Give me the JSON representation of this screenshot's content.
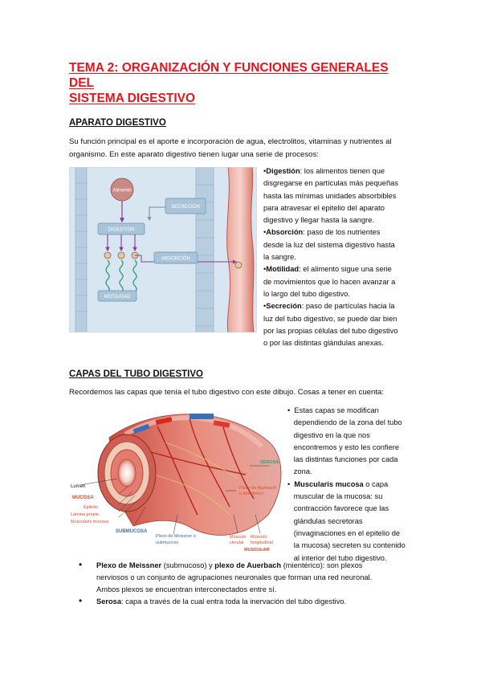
{
  "title_lines": [
    "TEMA 2: ORGANIZACIÓN Y FUNCIONES GENERALES DEL",
    "SISTEMA DIGESTIVO"
  ],
  "section1": {
    "heading": "APARATO DIGESTIVO",
    "intro_lines": [
      "Su función principal es el aporte e incorporación de agua, electrolitos, vitaminas y nutrientes al",
      "organismo. En este aparato digestivo tienen lugar una serie de procesos:"
    ],
    "figure": {
      "alimento": "Alimento",
      "secrecion": "SECRECIÓN",
      "digestion": "DIGESTIÓN",
      "absorcion": "ABSORCIÓN",
      "motilidad": "MOTILIDAD"
    },
    "bullets": [
      {
        "term": "Digestión",
        "lines": [
          ": los alimentos tienen que",
          "disgregarse en partículas más pequeñas",
          "hasta las mínimas unidades absorbibles",
          "para atravesar el epitelio del aparato",
          "digestivo y llegar hasta la sangre."
        ]
      },
      {
        "term": "Absorción",
        "lines": [
          ": paso de los nutrientes",
          "desde la luz del sistema digestivo hasta",
          "la sangre."
        ]
      },
      {
        "term": "Motilidad",
        "lines": [
          ": el alimento sigue una serie",
          "de movimientos que lo hacen avanzar a",
          "lo largo del tubo digestivo."
        ]
      },
      {
        "term": "Secreción",
        "lines": [
          ": paso de partículas hacia la",
          "luz del tubo digestivo, se puede dar bien",
          "por las propias células del tubo digestivo",
          "o por las distintas glándulas anexas."
        ]
      }
    ]
  },
  "section2": {
    "heading": "CAPAS DEL TUBO DIGESTIVO",
    "intro": "Recordemos las capas que tenía el tubo digestivo con este dibujo. Cosas a tener en cuenta:",
    "figure": {
      "serosa": "SEROSA",
      "plexo_auerbach": [
        "Plexo de Auerbach",
        "o mientérico"
      ],
      "lumen": "Lumen",
      "mucosa": "MUCOSA",
      "epitelio": "Epitelio",
      "lamina_propia": "Lámina propia",
      "muscularis_mucosa": "Muscularis mucosa",
      "submucosa": "SUBMUCOSA",
      "plexo_meissner": [
        "Plexo de Meissner o",
        "submucoso"
      ],
      "musculo_circular": [
        "Músculo",
        "circular"
      ],
      "musculo_longitudinal": [
        "Músculo",
        "longitudinal"
      ],
      "muscular": "MUSCULAR",
      "credit": "https://...elsevier"
    },
    "bullets_right": [
      {
        "term": "",
        "lines": [
          "Estas capas se modifican",
          "dependiendo de la zona del tubo",
          "digestivo en la que nos",
          "encontremos y esto les confiere",
          "las distintas funciones por cada",
          "zona."
        ]
      },
      {
        "term": "Muscularis mucosa",
        "lines": [
          " o capa",
          "muscular de la mucosa: su",
          "contracción favorece que las",
          "glándulas secretoras",
          "(invaginaciones en el epitelio de",
          "la mucosa) secreten su contenido",
          "al interior del tubo digestivo."
        ]
      }
    ],
    "bullets_full": [
      {
        "term1": "Plexo de Meissner",
        "mid": " (submucoso) y ",
        "term2": "plexo de Auerbach",
        "rest": " (mientérico): son plexos",
        "lines": [
          "nerviosos o un conjunto de agrupaciones neuronales que forman una red neuronal.",
          "Ambos plexos se encuentran interconectados entre sí."
        ]
      },
      {
        "term1": "Serosa",
        "rest": ": capa a través de la cual entra toda la inervación del tubo digestivo."
      }
    ]
  },
  "colors": {
    "title": "#e8141c",
    "alimento_circle": "#c98a86",
    "vessel": "#c0574e",
    "flow_purple": "#8a3a9a",
    "flow_teal": "#3a9a7a",
    "box_blue": "#a9c4d8"
  }
}
